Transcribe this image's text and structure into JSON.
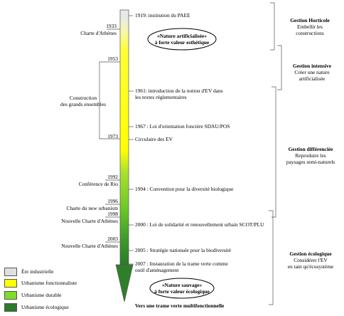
{
  "colors": {
    "industrielle": "#e0e0e0",
    "fonctionnaliste": "#ffff00",
    "durable": "#7fdc2a",
    "ecologique": "#2a7a2a"
  },
  "events": [
    "1919: institution du PAEE",
    "1961: introduction de la notion d'EV dans",
    "les textes réglementaires",
    "1967 : Loi d'orientation foncière SDAU/POS",
    "Circulaire des EV",
    "1994 : Convention pour la diversité biologique",
    "2000 : Loi de solidarité et renouvellement urbain SCOT/PLU",
    "2005 : Stratégie nationale pour la biodiversité",
    "2007 : Instauration de la trame verte comme",
    "outil d'aménagement"
  ],
  "left": {
    "y1933": "1933",
    "athenes": "Charte d'Athènes",
    "y1953": "1953",
    "construction1": "Construction",
    "construction2": "des grands ensembles",
    "y1973": "1973",
    "y1992": "1992",
    "rio": "Conférence de Rio",
    "y1996": "1996",
    "newurb": "Charte du new urbanism",
    "y1998": "1998",
    "athenes2": "Nouvelle Charte d'Athènes",
    "y2003": "2003",
    "athenes3": "Nouvelle Charte d'Athènes"
  },
  "ovals": {
    "top1": "«Nature artificialisée»",
    "top2": "à forte valeur esthétique",
    "bottom1": "«Nature sauvage»",
    "bottom2": "à forte valeur écologique"
  },
  "bottom_caption": "Vers une trame verte multifonctionnelle",
  "phases": [
    {
      "title": "Gestion Horticole",
      "line1": "Embellir les",
      "line2": "constructions"
    },
    {
      "title": "Gestion intensive",
      "line1": "Créer une nature",
      "line2": "artificialisée"
    },
    {
      "title": "Gestion différenciée",
      "line1": "Reproduire les",
      "line2": "paysages semi-naturels"
    },
    {
      "title": "Gestion écologique",
      "line1": "Considérer l'EV",
      "line2": "en tant qu'écosystème"
    }
  ],
  "legend": [
    {
      "label": "Ère industrielle",
      "color": "#e0e0e0"
    },
    {
      "label": "Urbanisme fonctionnaliste",
      "color": "#ffff00"
    },
    {
      "label": "Urbanisme durable",
      "color": "#7fdc2a"
    },
    {
      "label": "Urbanisme écologique",
      "color": "#2a7a2a"
    }
  ]
}
